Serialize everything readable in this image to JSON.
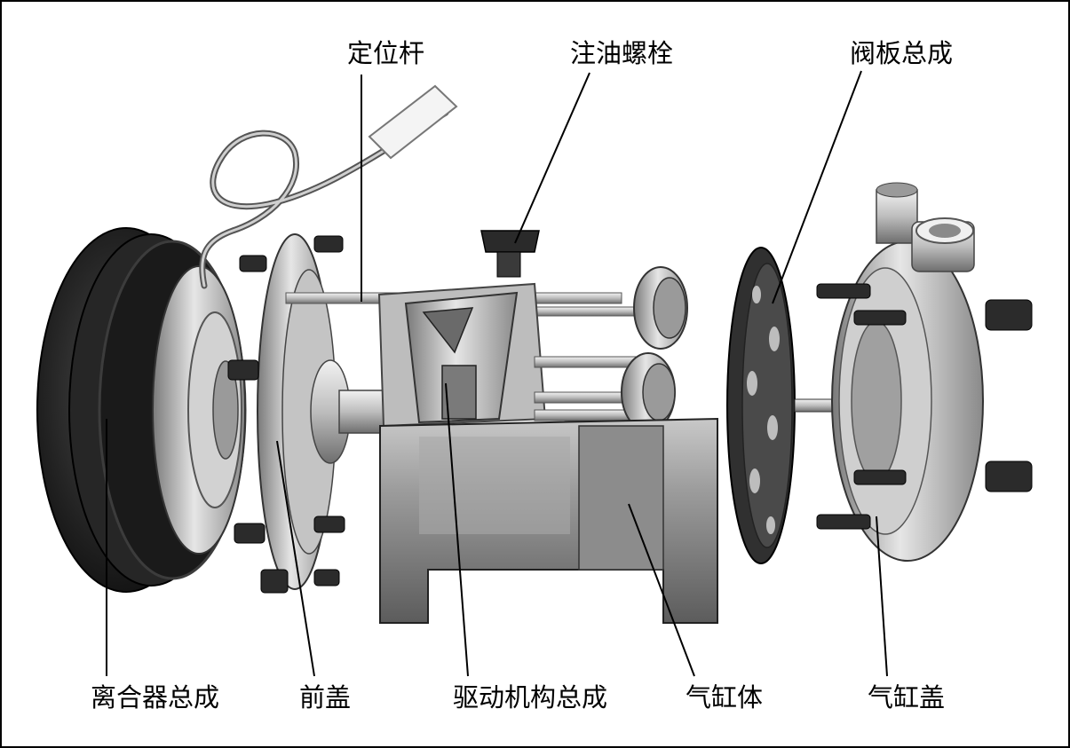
{
  "labels": {
    "locating_rod": "定位杆",
    "oil_fill_bolt": "注油螺栓",
    "valve_plate_assembly": "阀板总成",
    "clutch_assembly": "离合器总成",
    "front_cover": "前盖",
    "drive_mechanism_assembly": "驱动机构总成",
    "cylinder_body": "气缸体",
    "cylinder_head": "气缸盖"
  },
  "colors": {
    "line": "#000000",
    "pulley_dark": "#1c1c1c",
    "metal_light": "#d9d9d9",
    "metal_mid": "#a9a9a9",
    "metal_dark": "#5a5a5a",
    "bolt": "#2b2b2b"
  }
}
